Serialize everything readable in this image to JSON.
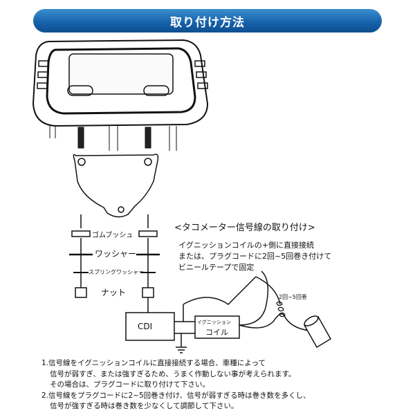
{
  "header": {
    "title": "取り付け方法"
  },
  "diagram": {
    "labels": {
      "rubber_bush": "ゴムブッシュ",
      "washer": "ワッシャー",
      "spring_washer": "スプリングワッシャー",
      "nut": "ナット",
      "cdi": "CDI",
      "ignition_small": "イグニッション",
      "coil": "コイル",
      "wrap_count": "2回~5回巻"
    },
    "instruction": {
      "title": "<タコメーター信号線の取り付け>",
      "line1": "イグニッションコイルの+側に直接接続",
      "line2": "または、プラグコードに2回~5回巻き付けて",
      "line3": "ビニールテープで固定"
    }
  },
  "notes": {
    "n1": "1.信号線をイグニッションコイルに直接接続する場合、車種によって",
    "n1b": "信号が弱すぎ、または強すぎるため、うまく作動しない事が考えられます。",
    "n1c": "その場合は、プラグコードに取り付けて下さい。",
    "n2": "2.信号線をプラグコードに2~5回巻き付け、信号が弱すぎる時は巻き数を多くし、",
    "n2b": "信号が強すぎる時は巻き数を少なくして調節して下さい。"
  }
}
